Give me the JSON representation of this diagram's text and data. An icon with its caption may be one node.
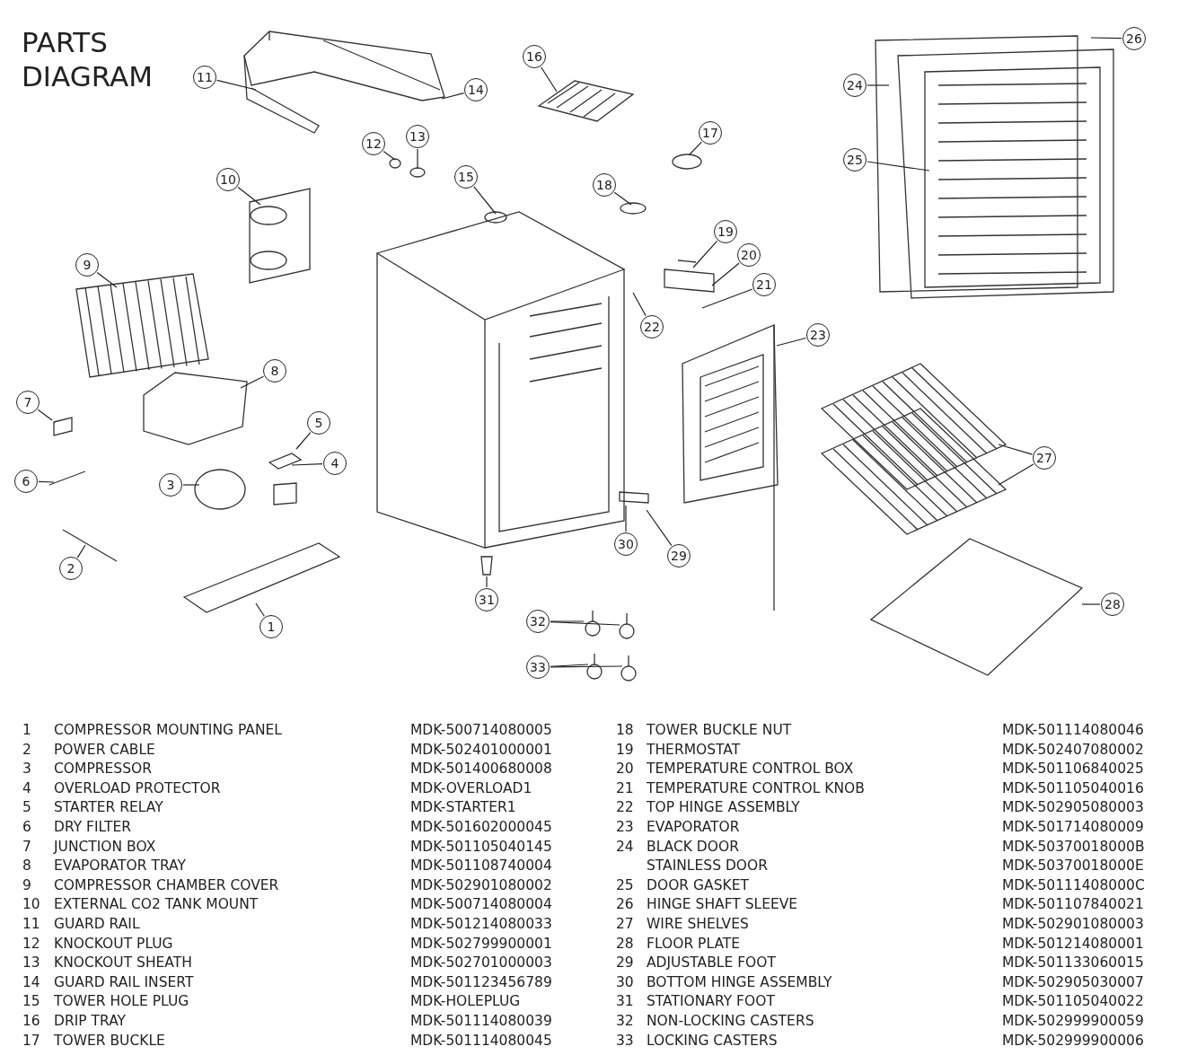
{
  "diagram": {
    "title": "PARTS DIAGRAM",
    "nodes": [
      {
        "text": [
          "1"
        ]
      },
      {
        "text": [
          "2"
        ]
      },
      {
        "text": [
          "3"
        ]
      },
      {
        "text": [
          "4"
        ]
      },
      {
        "text": [
          "5"
        ]
      },
      {
        "text": [
          "6"
        ]
      },
      {
        "text": [
          "7"
        ]
      },
      {
        "text": [
          "8"
        ]
      },
      {
        "text": [
          "9"
        ]
      },
      {
        "text": [
          "10"
        ]
      },
      {
        "text": [
          "11"
        ]
      },
      {
        "text": [
          "12"
        ]
      },
      {
        "text": [
          "13"
        ]
      },
      {
        "text": [
          "14"
        ]
      },
      {
        "text": [
          "15"
        ]
      },
      {
        "text": [
          "16"
        ]
      },
      {
        "text": [
          "17"
        ]
      },
      {
        "text": [
          "18"
        ]
      },
      {
        "text": [
          "19"
        ]
      },
      {
        "text": [
          "20"
        ]
      },
      {
        "text": [
          "21"
        ]
      },
      {
        "text": [
          "22"
        ]
      },
      {
        "text": [
          "23"
        ]
      },
      {
        "text": [
          "24"
        ]
      },
      {
        "text": [
          "25"
        ]
      },
      {
        "text": [
          "26"
        ]
      },
      {
        "text": [
          "27"
        ]
      },
      {
        "text": [
          "28"
        ]
      },
      {
        "text": [
          "29"
        ]
      },
      {
        "text": [
          "30"
        ]
      },
      {
        "text": [
          "31"
        ]
      },
      {
        "text": [
          "32"
        ]
      },
      {
        "text": [
          "33"
        ]
      }
    ],
    "edges": [
      {
        "from": 0,
        "to": null,
        "arrow": "none"
      },
      {
        "from": 1,
        "to": null,
        "arrow": "none"
      },
      {
        "from": 2,
        "to": null,
        "arrow": "none"
      },
      {
        "from": 3,
        "to": null,
        "arrow": "none"
      },
      {
        "from": 4,
        "to": null,
        "arrow": "none"
      },
      {
        "from": 5,
        "to": null,
        "arrow": "none"
      },
      {
        "from": 6,
        "to": null,
        "arrow": "none"
      },
      {
        "from": 7,
        "to": null,
        "arrow": "none"
      },
      {
        "from": 8,
        "to": null,
        "arrow": "none"
      },
      {
        "from": 9,
        "to": null,
        "arrow": "none"
      },
      {
        "from": 10,
        "to": null,
        "arrow": "none"
      },
      {
        "from": 11,
        "to": null,
        "arrow": "none"
      },
      {
        "from": 12,
        "to": null,
        "arrow": "none"
      },
      {
        "from": 13,
        "to": null,
        "arrow": "none"
      },
      {
        "from": 14,
        "to": null,
        "arrow": "none"
      },
      {
        "from": 15,
        "to": null,
        "arrow": "none"
      },
      {
        "from": 16,
        "to": null,
        "arrow": "none"
      },
      {
        "from": 17,
        "to": null,
        "arrow": "none"
      },
      {
        "from": 18,
        "to": null,
        "arrow": "none"
      },
      {
        "from": 19,
        "to": null,
        "arrow": "none"
      },
      {
        "from": 20,
        "to": null,
        "arrow": "none"
      },
      {
        "from": 21,
        "to": null,
        "arrow": "none"
      },
      {
        "from": 22,
        "to": null,
        "arrow": "none"
      },
      {
        "from": 23,
        "to": null,
        "arrow": "none"
      },
      {
        "from": 24,
        "to": null,
        "arrow": "none"
      },
      {
        "from": 25,
        "to": null,
        "arrow": "none"
      },
      {
        "from": 26,
        "to": null,
        "arrow": "none"
      },
      {
        "from": 26,
        "to": null,
        "arrow": "none"
      },
      {
        "from": 27,
        "to": null,
        "arrow": "none"
      },
      {
        "from": 28,
        "to": null,
        "arrow": "none"
      },
      {
        "from": 29,
        "to": null,
        "arrow": "none"
      },
      {
        "from": 30,
        "to": null,
        "arrow": "none"
      },
      {
        "from": 31,
        "to": null,
        "arrow": "none"
      },
      {
        "from": 31,
        "to": null,
        "arrow": "none"
      },
      {
        "from": 32,
        "to": null,
        "arrow": "none"
      },
      {
        "from": 32,
        "to": null,
        "arrow": "none"
      }
    ],
    "labels": [
      "1",
      "COMPRESSOR MOUNTING PANEL",
      "MDK-500714080005",
      "18",
      "TOWER BUCKLE NUT",
      "MDK-501114080046",
      "2",
      "POWER CABLE",
      "MDK-502401000001",
      "19",
      "THERMOSTAT",
      "MDK-502407080002",
      "3",
      "COMPRESSOR",
      "MDK-501400680008",
      "20",
      "TEMPERATURE CONTROL BOX",
      "MDK-501106840025",
      "4",
      "OVERLOAD PROTECTOR",
      "MDK-OVERLOAD1",
      "21",
      "TEMPERATURE CONTROL KNOB",
      "MDK-501105040016",
      "5",
      "STARTER RELAY",
      "MDK-STARTER1",
      "22",
      "TOP HINGE ASSEMBLY",
      "MDK-502905080003",
      "6",
      "DRY FILTER",
      "MDK-501602000045",
      "23",
      "EVAPORATOR",
      "MDK-501714080009",
      "7",
      "JUNCTION BOX",
      "MDK-501105040145",
      "24",
      "BLACK DOOR",
      "MDK-50370018000B",
      "8",
      "EVAPORATOR TRAY",
      "MDK-501108740004",
      "STAINLESS DOOR",
      "MDK-50370018000E",
      "9",
      "COMPRESSOR CHAMBER COVER",
      "MDK-502901080002",
      "25",
      "DOOR GASKET",
      "MDK-50111408000C",
      "10",
      "EXTERNAL CO2 TANK MOUNT",
      "MDK-500714080004",
      "26",
      "HINGE SHAFT SLEEVE",
      "MDK-501107840021",
      "11",
      "GUARD RAIL",
      "MDK-501214080033",
      "27",
      "WIRE SHELVES",
      "MDK-502901080003",
      "12",
      "KNOCKOUT PLUG",
      "MDK-502799900001",
      "28",
      "FLOOR PLATE",
      "MDK-501214080001",
      "13",
      "KNOCKOUT SHEATH",
      "MDK-502701000003",
      "29",
      "ADJUSTABLE FOOT",
      "MDK-501133060015",
      "14",
      "GUARD RAIL INSERT",
      "MDK-501123456789",
      "30",
      "BOTTOM HINGE ASSEMBLY",
      "MDK-502905030007",
      "15",
      "TOWER HOLE PLUG",
      "MDK-HOLEPLUG",
      "31",
      "STATIONARY FOOT",
      "MDK-501105040022",
      "16",
      "DRIP TRAY",
      "MDK-501114080039",
      "32",
      "NON-LOCKING CASTERS",
      "MDK-502999900059",
      "17",
      "TOWER BUCKLE",
      "MDK-501114080045",
      "33",
      "LOCKING CASTERS",
      "MDK-502999900006"
    ]
  }
}
